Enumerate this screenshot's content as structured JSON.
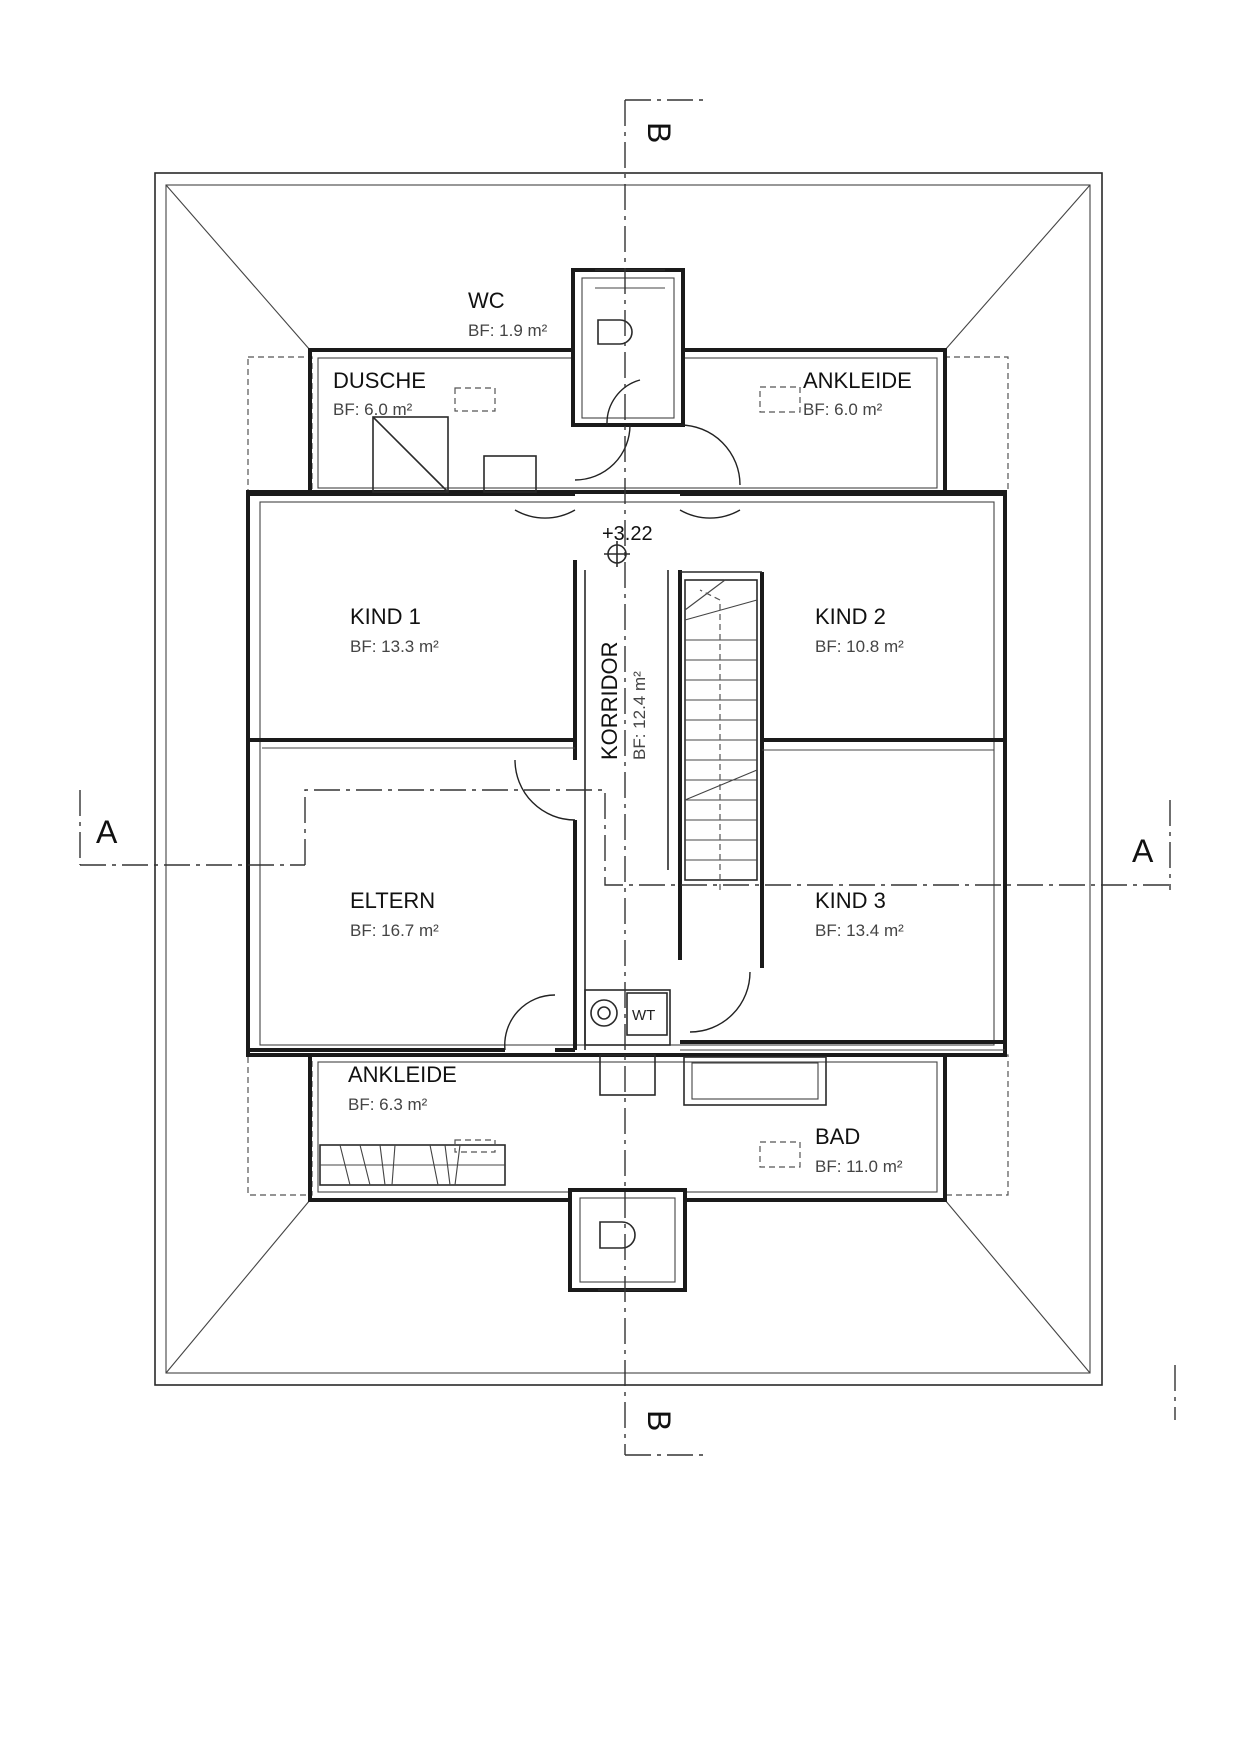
{
  "rooms": {
    "wc": {
      "name": "WC",
      "area": "BF:  1.9 m²"
    },
    "dusche": {
      "name": "DUSCHE",
      "area": "BF:  6.0 m²"
    },
    "ankleide_top": {
      "name": "ANKLEIDE",
      "area": "BF:  6.0 m²"
    },
    "kind1": {
      "name": "KIND 1",
      "area": "BF:  13.3 m²"
    },
    "kind2": {
      "name": "KIND 2",
      "area": "BF:  10.8 m²"
    },
    "korridor": {
      "name": "KORRIDOR",
      "area": "BF:  12.4 m²"
    },
    "eltern": {
      "name": "ELTERN",
      "area": "BF:  16.7 m²"
    },
    "kind3": {
      "name": "KIND 3",
      "area": "BF:  13.4 m²"
    },
    "ankleide_bottom": {
      "name": "ANKLEIDE",
      "area": "BF:  6.3 m²"
    },
    "bad": {
      "name": "BAD",
      "area": "BF:  11.0 m²"
    }
  },
  "level": "+3.22",
  "fixture_label": "WT",
  "section_labels": {
    "a_left": "A",
    "a_right": "A",
    "b_top": "B",
    "b_bottom": "B"
  }
}
